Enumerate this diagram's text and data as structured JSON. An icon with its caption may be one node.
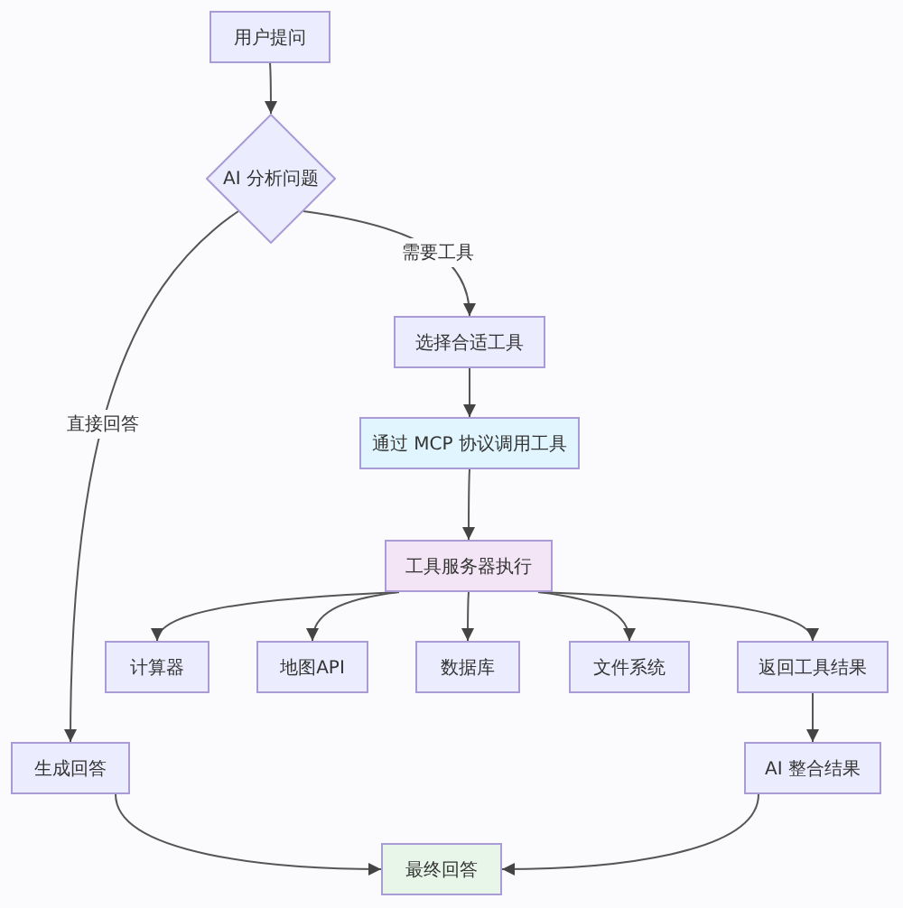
{
  "diagram": {
    "nodes": [
      {
        "text": [
          "用户提问"
        ]
      },
      {
        "text": [
          "AI 分析问题"
        ]
      },
      {
        "text": [
          "选择合适工具"
        ]
      },
      {
        "text": [
          "通过 MCP 协议调用工具"
        ]
      },
      {
        "text": [
          "工具服务器执行"
        ]
      },
      {
        "text": [
          "计算器"
        ]
      },
      {
        "text": [
          "地图API"
        ]
      },
      {
        "text": [
          "数据库"
        ]
      },
      {
        "text": [
          "文件系统"
        ]
      },
      {
        "text": [
          "返回工具结果"
        ]
      },
      {
        "text": [
          "生成回答"
        ]
      },
      {
        "text": [
          "AI 整合结果"
        ]
      },
      {
        "text": [
          "最终回答"
        ]
      }
    ],
    "edges": [
      {
        "from": 0,
        "to": 1,
        "arrow": "to"
      },
      {
        "from": 1,
        "to": 2,
        "arrow": "to",
        "label": "需要工具"
      },
      {
        "from": 1,
        "to": 10,
        "arrow": "to",
        "label": "直接回答"
      },
      {
        "from": 2,
        "to": 3,
        "arrow": "to"
      },
      {
        "from": 3,
        "to": 4,
        "arrow": "to"
      },
      {
        "from": 4,
        "to": 5,
        "arrow": "to"
      },
      {
        "from": 4,
        "to": 6,
        "arrow": "to"
      },
      {
        "from": 4,
        "to": 7,
        "arrow": "to"
      },
      {
        "from": 4,
        "to": 8,
        "arrow": "to"
      },
      {
        "from": 4,
        "to": 9,
        "arrow": "to"
      },
      {
        "from": 9,
        "to": 11,
        "arrow": "to"
      },
      {
        "from": 10,
        "to": 12,
        "arrow": "to"
      },
      {
        "from": 11,
        "to": 12,
        "arrow": "to"
      }
    ]
  }
}
